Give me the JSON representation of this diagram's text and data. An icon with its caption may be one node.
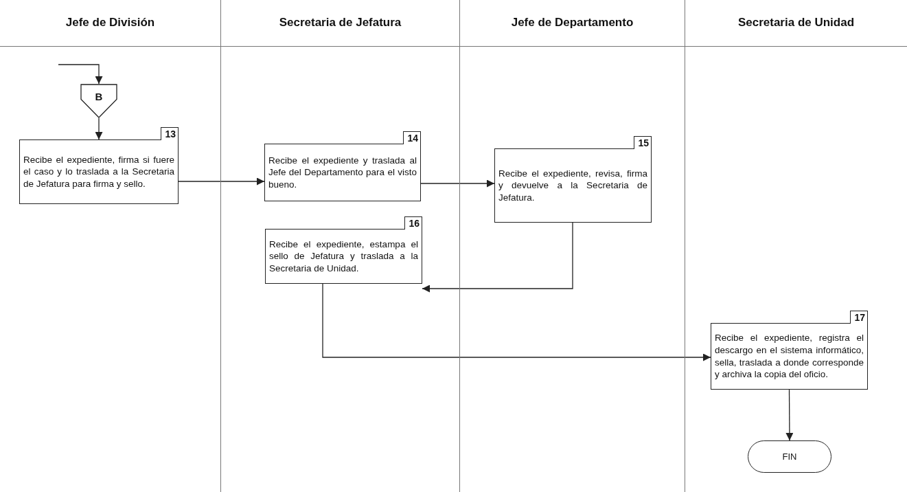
{
  "diagram": {
    "nodes": [
      {
        "text": [
          "Jefe de División"
        ]
      },
      {
        "text": [
          "Secretaria de Jefatura"
        ]
      },
      {
        "text": [
          "Jefe de Departamento"
        ]
      },
      {
        "text": [
          "Secretaria de Unidad"
        ]
      },
      {
        "text": [
          "B"
        ],
        "in": 0
      },
      {
        "text": [
          "Recibe el expediente, firma si fuere el caso y lo traslada a la Secretaria de Jefatura para firma y sello."
        ],
        "beside": [
          "13"
        ],
        "in": 0
      },
      {
        "text": [
          "Recibe el expediente y traslada al Jefe del Departamento para el visto bueno."
        ],
        "beside": [
          "14"
        ],
        "in": 1
      },
      {
        "text": [
          "Recibe el expediente, revisa, firma y devuelve a la Secretaria de Jefatura."
        ],
        "beside": [
          "15"
        ],
        "in": 2
      },
      {
        "text": [
          "Recibe el expediente, estampa el sello de Jefatura y traslada a la Secretaria de Unidad."
        ],
        "beside": [
          "16"
        ],
        "in": 1
      },
      {
        "text": [
          "Recibe el expediente, registra el descargo en el sistema informático, sella, traslada a donde corresponde y archiva la copia del oficio."
        ],
        "beside": [
          "17"
        ],
        "in": 3
      },
      {
        "text": [
          "FIN"
        ],
        "in": 3
      }
    ],
    "edges": [
      {
        "from": null,
        "to": 4,
        "arrow": "to"
      },
      {
        "from": 4,
        "to": 5,
        "arrow": "to"
      },
      {
        "from": 5,
        "to": 6,
        "arrow": "to"
      },
      {
        "from": 6,
        "to": 7,
        "arrow": "to"
      },
      {
        "from": 7,
        "to": 8,
        "arrow": "to"
      },
      {
        "from": 8,
        "to": 9,
        "arrow": "to"
      },
      {
        "from": 9,
        "to": 10,
        "arrow": "to"
      }
    ]
  }
}
